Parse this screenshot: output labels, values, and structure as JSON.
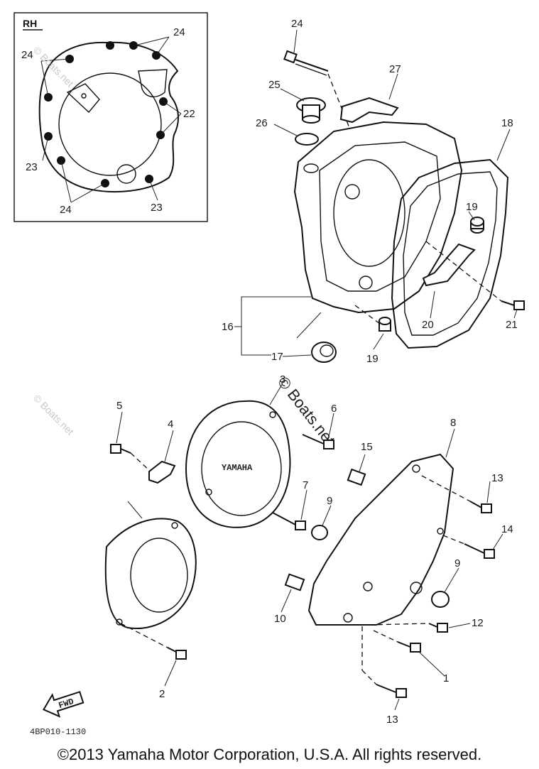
{
  "inset": {
    "title": "RH"
  },
  "callouts": {
    "p1": "1",
    "p2": "2",
    "p3": "3",
    "p4": "4",
    "p5": "5",
    "p6": "6",
    "p7": "7",
    "p8": "8",
    "p9a": "9",
    "p9b": "9",
    "p10": "10",
    "p12": "12",
    "p13a": "13",
    "p13b": "13",
    "p14": "14",
    "p15": "15",
    "p16": "16",
    "p17": "17",
    "p18": "18",
    "p19a": "19",
    "p19b": "19",
    "p20": "20",
    "p21": "21",
    "p22": "22",
    "p23a": "23",
    "p23b": "23",
    "p24top": "24",
    "p24a": "24",
    "p24b": "24",
    "p24c": "24",
    "p25": "25",
    "p26": "26",
    "p27": "27"
  },
  "fwd_label": "FWD",
  "cover_logo": "YAMAHA",
  "diagram_code": "4BP010-1130",
  "watermark": {
    "main": "© Boats.net",
    "faint": "© Boats.net"
  },
  "copyright": "©2013 Yamaha Motor Corporation, U.S.A. All rights reserved."
}
